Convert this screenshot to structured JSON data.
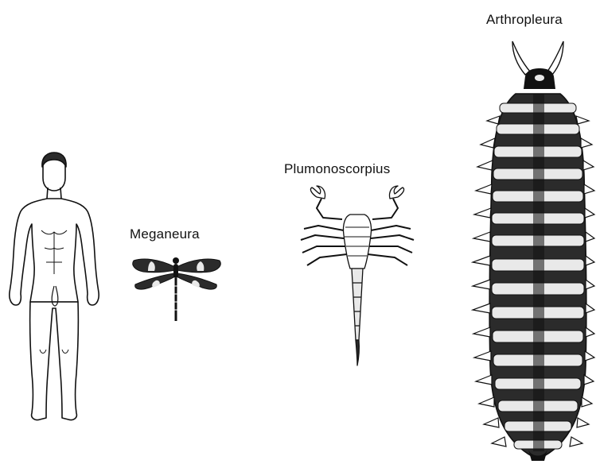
{
  "labels": {
    "meganeura": "Meganeura",
    "plumonoscorpius": "Plumonoscorpius",
    "arthropleura": "Arthropleura"
  },
  "colors": {
    "ink": "#111111",
    "shade": "#2b2b2b",
    "pale": "#e9e9e9",
    "background": "#ffffff"
  },
  "figures": [
    "human",
    "meganeura",
    "plumonoscorpius",
    "arthropleura"
  ]
}
